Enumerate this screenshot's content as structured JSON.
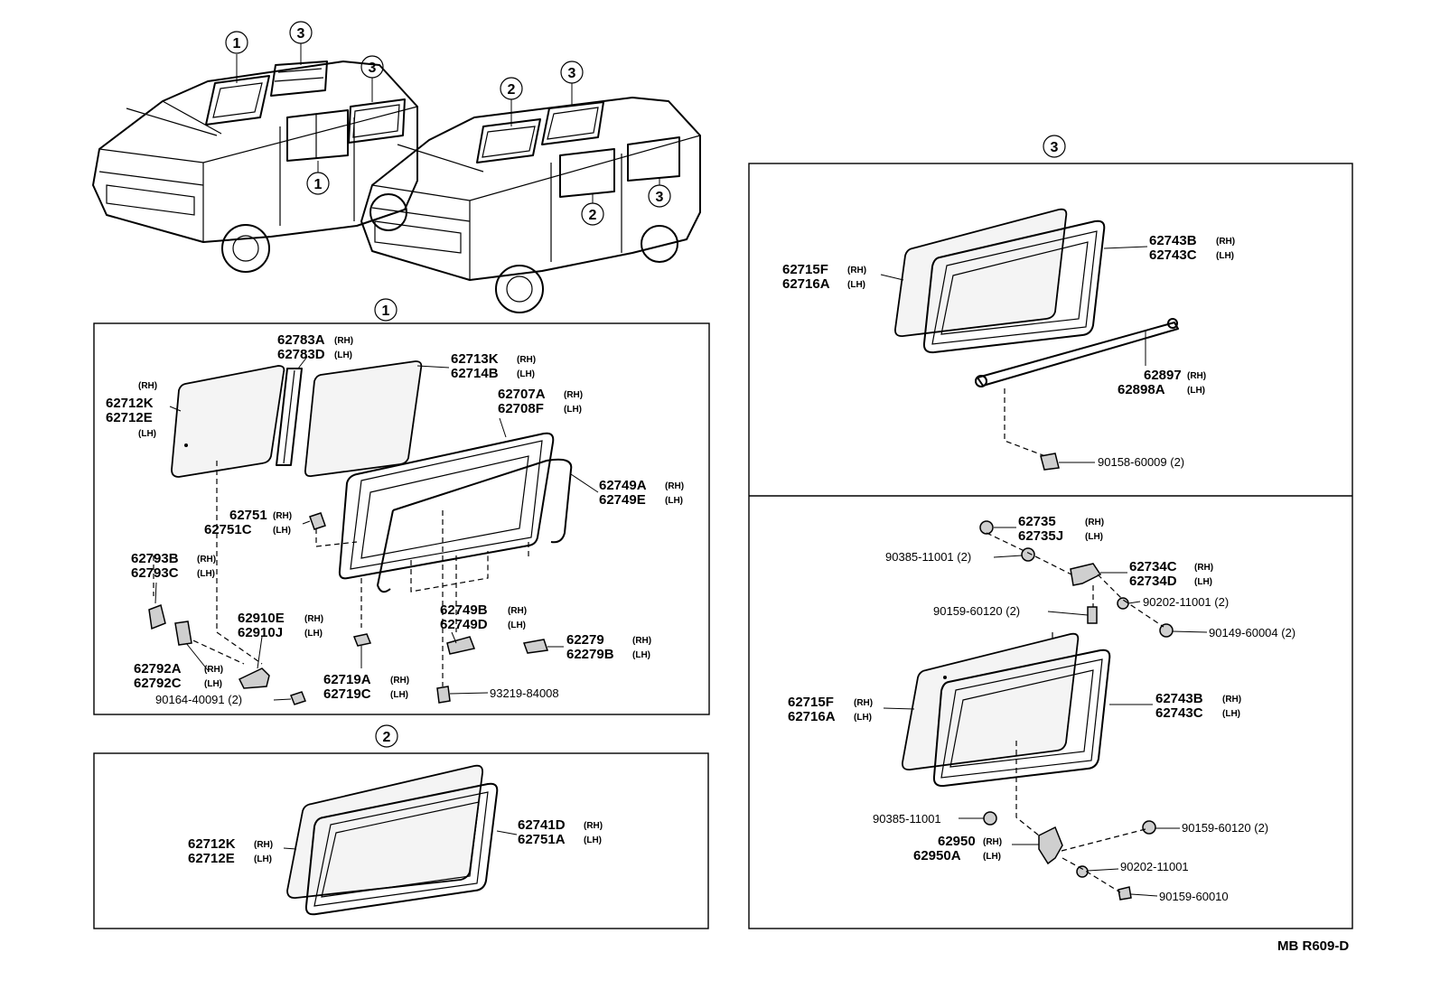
{
  "circle_labels": {
    "one": "1",
    "two": "2",
    "three": "3"
  },
  "diagram_code": "MB R609-D",
  "section1": {
    "p62783": {
      "a": "62783A",
      "a_side": "(RH)",
      "b": "62783D",
      "b_side": "(LH)"
    },
    "p62713": {
      "a": "62713K",
      "a_side": "(RH)",
      "b": "62714B",
      "b_side": "(LH)"
    },
    "p62712": {
      "top_side": "(RH)",
      "a": "62712K",
      "b": "62712E",
      "bottom_side": "(LH)"
    },
    "p62707": {
      "a": "62707A",
      "a_side": "(RH)",
      "b": "62708F",
      "b_side": "(LH)"
    },
    "p62749a": {
      "a": "62749A",
      "a_side": "(RH)",
      "b": "62749E",
      "b_side": "(LH)"
    },
    "p62751": {
      "a": "62751",
      "a_side": "(RH)",
      "b": "62751C",
      "b_side": "(LH)"
    },
    "p62793": {
      "a": "62793B",
      "a_side": "(RH)",
      "b": "62793C",
      "b_side": "(LH)"
    },
    "p62749b": {
      "a": "62749B",
      "a_side": "(RH)",
      "b": "62749D",
      "b_side": "(LH)"
    },
    "p62910": {
      "a": "62910E",
      "a_side": "(RH)",
      "b": "62910J",
      "b_side": "(LH)"
    },
    "p62279": {
      "a": "62279",
      "a_side": "(RH)",
      "b": "62279B",
      "b_side": "(LH)"
    },
    "p62792": {
      "a": "62792A",
      "a_side": "(RH)",
      "b": "62792C",
      "b_side": "(LH)"
    },
    "p62719": {
      "a": "62719A",
      "a_side": "(RH)",
      "b": "62719C",
      "b_side": "(LH)"
    },
    "bolt_90164": "90164-40091 (2)",
    "bolt_93219": "93219-84008"
  },
  "section2": {
    "p62712": {
      "a": "62712K",
      "a_side": "(RH)",
      "b": "62712E",
      "b_side": "(LH)"
    },
    "p62741": {
      "a": "62741D",
      "a_side": "(RH)",
      "b": "62751A",
      "b_side": "(LH)"
    }
  },
  "section3_top": {
    "p62715": {
      "a": "62715F",
      "a_side": "(RH)",
      "b": "62716A",
      "b_side": "(LH)"
    },
    "p62743": {
      "a": "62743B",
      "a_side": "(RH)",
      "b": "62743C",
      "b_side": "(LH)"
    },
    "p62897": {
      "a": "62897",
      "a_side": "(RH)",
      "b": "62898A",
      "b_side": "(LH)"
    },
    "bolt_90158": "90158-60009 (2)"
  },
  "section3_bottom": {
    "p62735": {
      "a": "62735",
      "a_side": "(RH)",
      "b": "62735J",
      "b_side": "(LH)"
    },
    "p62734": {
      "a": "62734C",
      "a_side": "(RH)",
      "b": "62734D",
      "b_side": "(LH)"
    },
    "bush_90385_2": "90385-11001 (2)",
    "screw_90159_2": "90159-60120 (2)",
    "washer_90202_2": "90202-11001 (2)",
    "screw_90149_2": "90149-60004 (2)",
    "p62715": {
      "a": "62715F",
      "a_side": "(RH)",
      "b": "62716A",
      "b_side": "(LH)"
    },
    "p62743": {
      "a": "62743B",
      "a_side": "(RH)",
      "b": "62743C",
      "b_side": "(LH)"
    },
    "bush_90385": "90385-11001",
    "p62950": {
      "a": "62950",
      "a_side": "(RH)",
      "b": "62950A",
      "b_side": "(LH)"
    },
    "screw_90159_2b": "90159-60120 (2)",
    "washer_90202": "90202-11001",
    "screw_90159": "90159-60010"
  },
  "icons": [
    "van-illustration",
    "window-glass",
    "weatherstrip",
    "latch",
    "hinge",
    "bolt-icon",
    "screw-icon",
    "washer-icon",
    "bushing-icon"
  ]
}
